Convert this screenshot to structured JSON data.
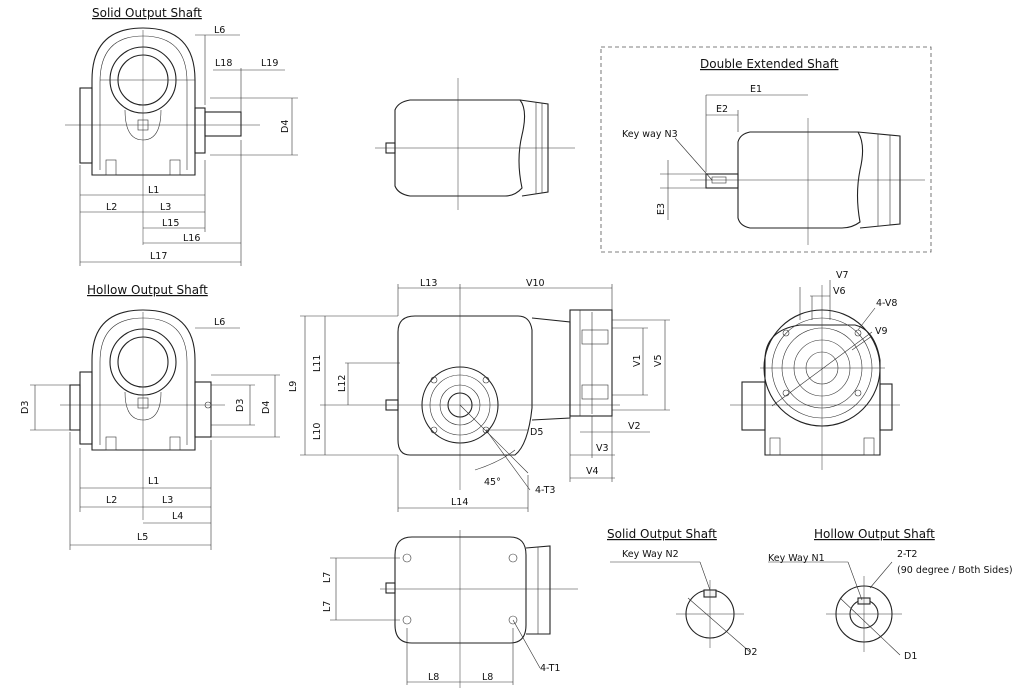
{
  "titles": {
    "solid_top": "Solid Output Shaft",
    "hollow_top": "Hollow Output Shaft",
    "double_extended": "Double Extended Shaft",
    "solid_bottom": "Solid Output Shaft",
    "hollow_bottom": "Hollow Output Shaft"
  },
  "notes": {
    "keyway_n3": "Key way N3",
    "keyway_n2": "Key Way N2",
    "keyway_n1": "Key Way N1",
    "t2": "2-T2",
    "t2_detail": "(90 degree / Both Sides)",
    "angle": "45°"
  },
  "dims": {
    "L1": "L1",
    "L2": "L2",
    "L3": "L3",
    "L4": "L4",
    "L5": "L5",
    "L6": "L6",
    "L7": "L7",
    "L8": "L8",
    "L9": "L9",
    "L10": "L10",
    "L11": "L11",
    "L12": "L12",
    "L13": "L13",
    "L14": "L14",
    "L15": "L15",
    "L16": "L16",
    "L17": "L17",
    "L18": "L18",
    "L19": "L19",
    "D1": "D1",
    "D2": "D2",
    "D3": "D3",
    "D4": "D4",
    "D5": "D5",
    "E1": "E1",
    "E2": "E2",
    "E3": "E3",
    "V1": "V1",
    "V2": "V2",
    "V3": "V3",
    "V4": "V4",
    "V5": "V5",
    "V6": "V6",
    "V7": "V7",
    "V8": "4-V8",
    "V9": "V9",
    "V10": "V10",
    "T1": "4-T1",
    "T3": "4-T3"
  }
}
